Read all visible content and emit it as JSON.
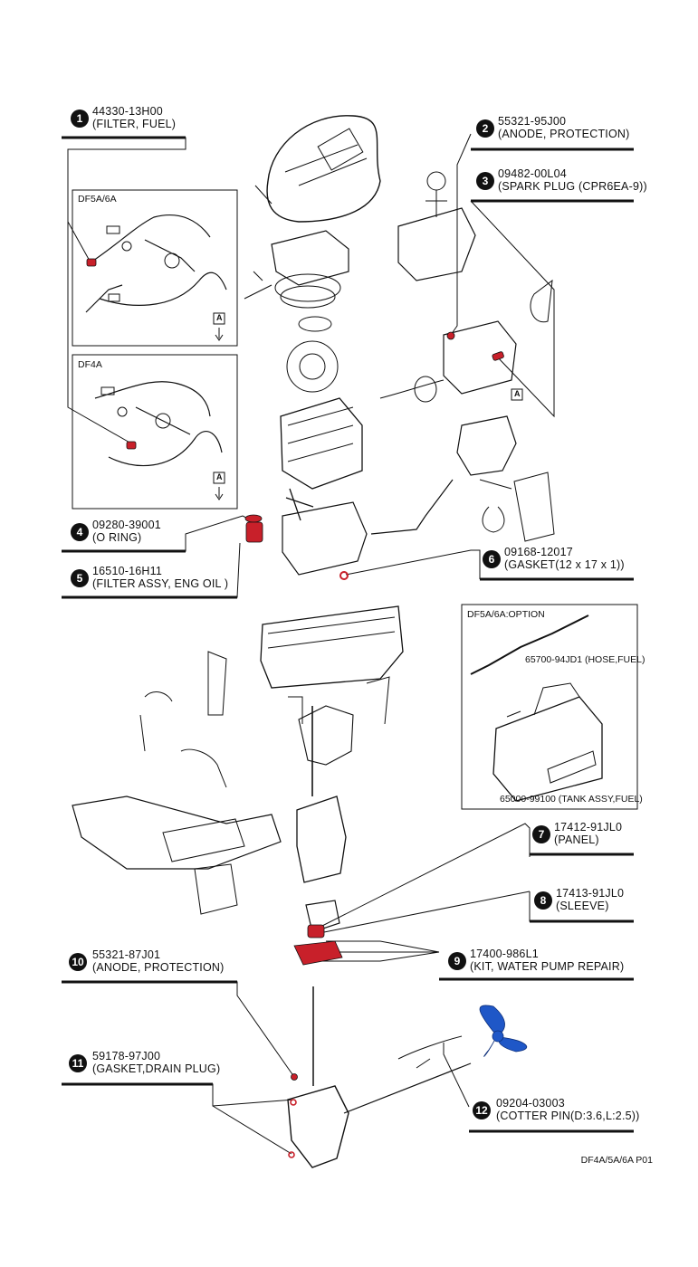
{
  "insets": {
    "top": "DF5A/6A",
    "bottom": "DF4A",
    "option": "DF5A/6A:OPTION",
    "hose": "65700-94JD1 (HOSE,FUEL)",
    "tank": "65000-99100 (TANK ASSY,FUEL)",
    "marker": "A"
  },
  "callouts": [
    {
      "no": "1",
      "part": "44330-13H00",
      "desc": "(FILTER, FUEL)"
    },
    {
      "no": "2",
      "part": "55321-95J00",
      "desc": "(ANODE, PROTECTION)"
    },
    {
      "no": "3",
      "part": "09482-00L04",
      "desc": "(SPARK PLUG (CPR6EA-9))"
    },
    {
      "no": "4",
      "part": "09280-39001",
      "desc": "(O RING)"
    },
    {
      "no": "5",
      "part": "16510-16H11",
      "desc": "(FILTER ASSY, ENG OIL )"
    },
    {
      "no": "6",
      "part": "09168-12017",
      "desc": "(GASKET(12 x 17 x 1))"
    },
    {
      "no": "7",
      "part": "17412-91JL0",
      "desc": "(PANEL)"
    },
    {
      "no": "8",
      "part": "17413-91JL0",
      "desc": "(SLEEVE)"
    },
    {
      "no": "9",
      "part": "17400-986L1",
      "desc": "(KIT, WATER PUMP REPAIR)"
    },
    {
      "no": "10",
      "part": "55321-87J01",
      "desc": "(ANODE, PROTECTION)"
    },
    {
      "no": "11",
      "part": "59178-97J00",
      "desc": "(GASKET,DRAIN PLUG)"
    },
    {
      "no": "12",
      "part": "09204-03003",
      "desc": "(COTTER PIN(D:3.6,L:2.5))"
    }
  ],
  "footer": "DF4A/5A/6A P01",
  "colors": {
    "highlight_red": "#c8202a",
    "propeller_blue": "#1f57c7",
    "line": "#111111"
  }
}
